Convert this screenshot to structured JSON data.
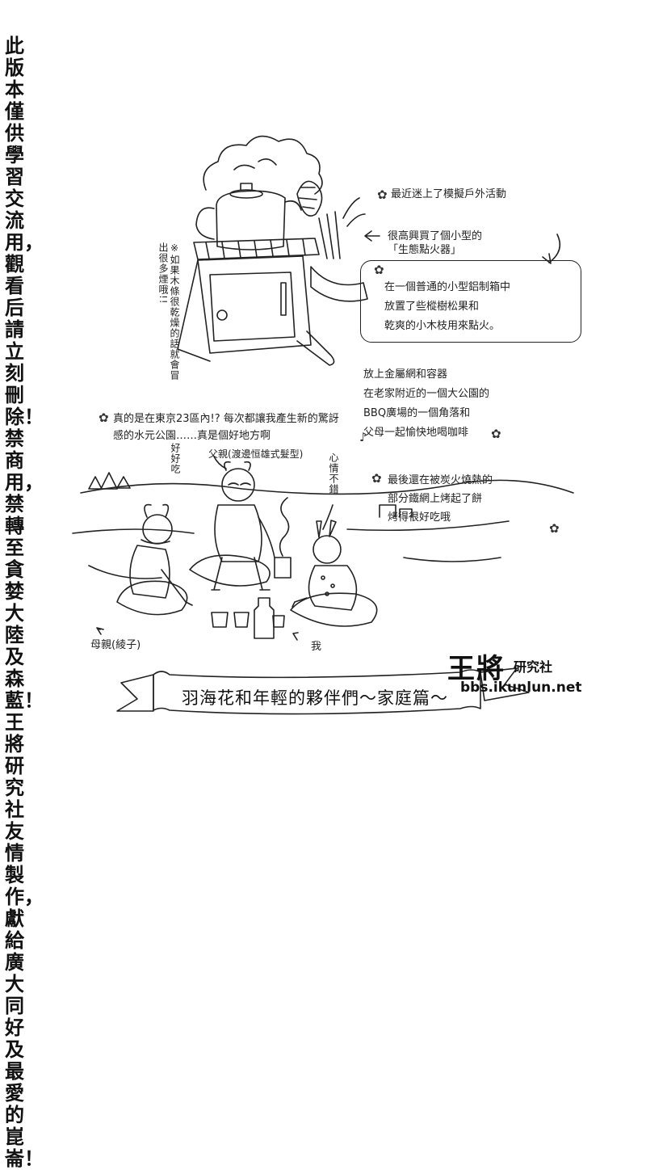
{
  "side_banner": {
    "text": "此版本僅供學習交流用，觀看后請立刻刪除！禁商用，禁轉至貪婪大陸及森藍！王將研究社友情製作，獻給廣大同好及最愛的崑崙！"
  },
  "illustration": {
    "stove_caption": "※如果木條很乾燥的話就會冒出很多煙哦!!",
    "interest_note": "最近迷上了模擬戶外活動",
    "purchase_note": "很高興買了個小型的\n「生態點火器」",
    "box_note": "在一個普通的小型鋁制箱中\n放置了些樅樹松果和\n乾爽的小木枝用來點火。",
    "container_note": "放上金屬網和容器\n在老家附近的一個大公園的\nBBQ廣場的一個角落和\n父母一起愉快地喝咖啡",
    "tokyo_note": "真的是在東京23區內!? 每次都讓我產生新的驚訝\n感的水元公園……真是個好地方啊",
    "roast_note": "最後還在被炭火燒熱的\n部分鐵網上烤起了餅\n烤得很好吃哦",
    "father_label": "父親(渡邊恒雄式髮型)",
    "delicious_label": "好好吃",
    "mood_label": "心情不錯",
    "mother_label": "母親(綾子)",
    "me_label": "我"
  },
  "logo": {
    "main": "王將",
    "sub": "研究社",
    "url": "bbs.ikunlun.net"
  },
  "ribbon": {
    "title": "羽海花和年輕的夥伴們〜家庭篇〜"
  },
  "icons": {
    "flower": "flower-icon",
    "note": "music-note-icon"
  }
}
